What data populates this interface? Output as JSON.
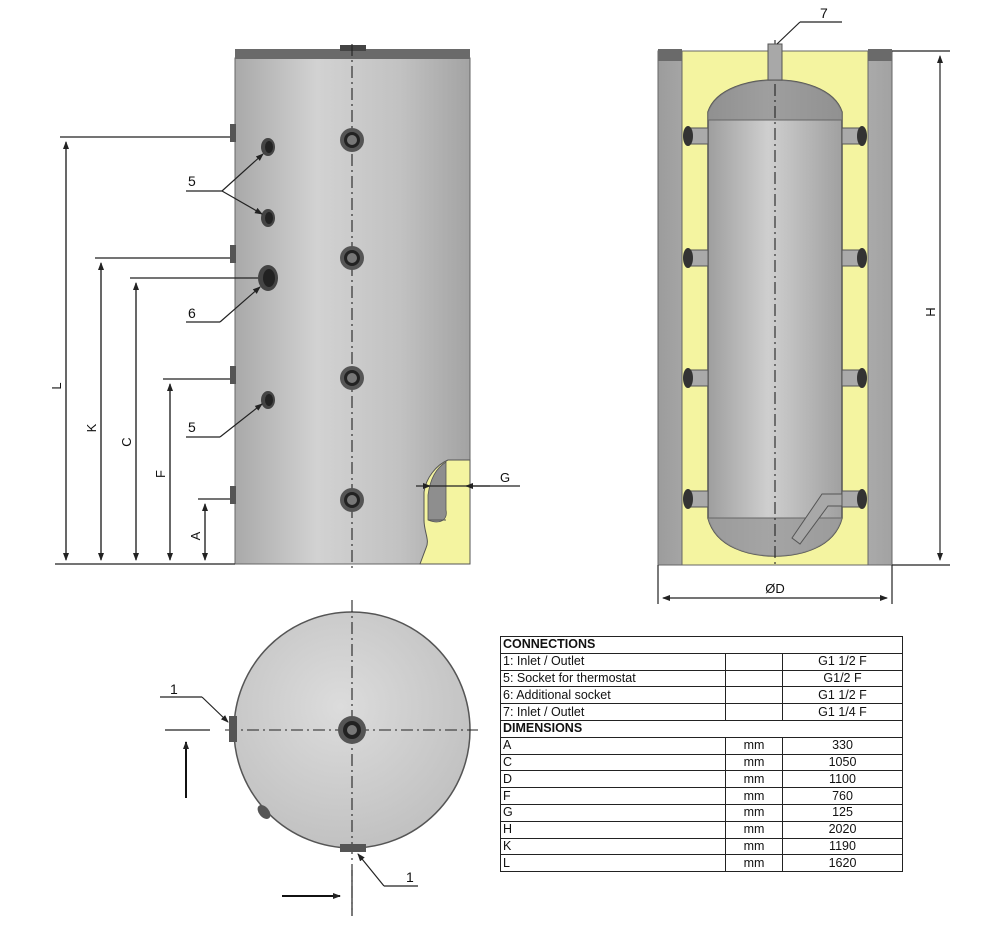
{
  "labels": {
    "L": "L",
    "K": "K",
    "C": "C",
    "F": "F",
    "A": "A",
    "G": "G",
    "H": "H",
    "D": "ØD",
    "callout_1": "1",
    "callout_5": "5",
    "callout_6": "6",
    "callout_7": "7"
  },
  "colors": {
    "tank_gray": "#c4c4c4",
    "tank_dark": "#6a6a6a",
    "insulation_yellow": "#f4f4a0",
    "line": "#222222"
  },
  "table": {
    "connections_title": "CONNECTIONS",
    "connections": [
      {
        "label": "1: Inlet / Outlet",
        "unit": "",
        "value": "G1 1/2 F"
      },
      {
        "label": "5: Socket for thermostat",
        "unit": "",
        "value": "G1/2 F"
      },
      {
        "label": "6: Additional socket",
        "unit": "",
        "value": "G1 1/2 F"
      },
      {
        "label": "7: Inlet / Outlet",
        "unit": "",
        "value": "G1 1/4 F"
      }
    ],
    "dimensions_title": "DIMENSIONS",
    "dimensions": [
      {
        "label": "A",
        "unit": "mm",
        "value": "330"
      },
      {
        "label": "C",
        "unit": "mm",
        "value": "1050"
      },
      {
        "label": "D",
        "unit": "mm",
        "value": "1100"
      },
      {
        "label": "F",
        "unit": "mm",
        "value": "760"
      },
      {
        "label": "G",
        "unit": "mm",
        "value": "125"
      },
      {
        "label": "H",
        "unit": "mm",
        "value": "2020"
      },
      {
        "label": "K",
        "unit": "mm",
        "value": "1190"
      },
      {
        "label": "L",
        "unit": "mm",
        "value": "1620"
      }
    ]
  }
}
